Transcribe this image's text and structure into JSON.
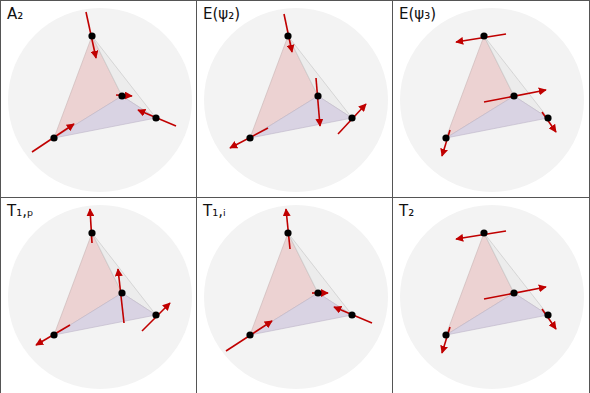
{
  "diagram": {
    "labels": [
      "A₂",
      "E(ψ₂)",
      "E(ψ₃)",
      "T₁,ₚ",
      "T₁,ᵢ",
      "T₂"
    ]
  }
}
